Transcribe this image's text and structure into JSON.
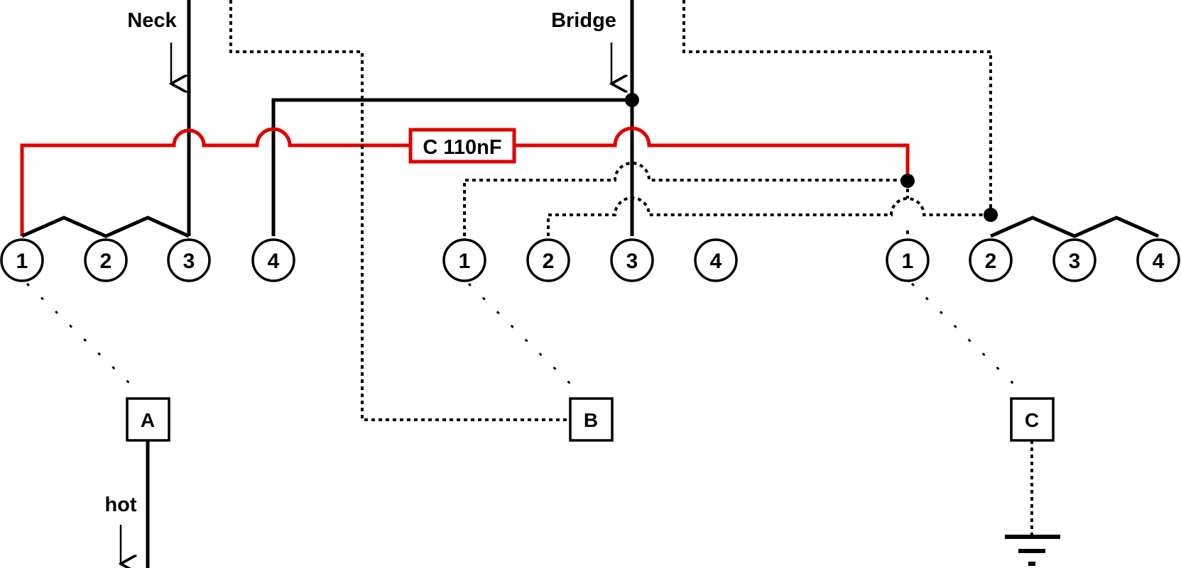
{
  "labels": {
    "neck": "Neck",
    "bridge": "Bridge",
    "hot": "hot",
    "capacitor": "C 110nF"
  },
  "switches": [
    {
      "name": "A",
      "pins": [
        "1",
        "2",
        "3",
        "4"
      ]
    },
    {
      "name": "B",
      "pins": [
        "1",
        "2",
        "3",
        "4"
      ]
    },
    {
      "name": "C",
      "pins": [
        "1",
        "2",
        "3",
        "4"
      ]
    }
  ],
  "colors": {
    "wire": "#000000",
    "capacitor_wire": "#e00000",
    "background": "#ffffff"
  }
}
